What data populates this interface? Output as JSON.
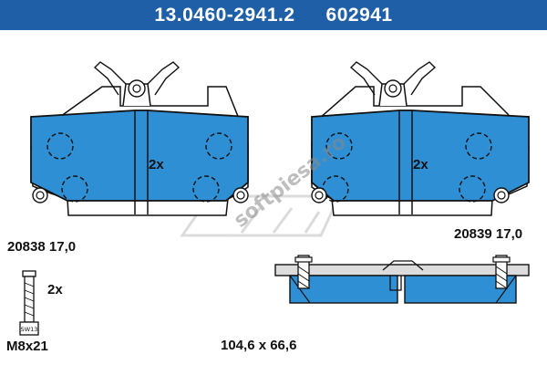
{
  "header": {
    "part_number": "13.0460-2941.2",
    "ref_number": "602941",
    "bg_color": "#1f5fa8"
  },
  "pad_color": "#2e8fd4",
  "left_pad": {
    "quantity": "2x",
    "code": "20838 17,0"
  },
  "right_pad": {
    "quantity": "2x",
    "code": "20839 17,0"
  },
  "bolt": {
    "quantity": "2x",
    "size": "M8x21",
    "head_mark": "SW13"
  },
  "dimensions": "104,6 x 66,6",
  "watermark": {
    "text": "softpiesa.ro",
    "logo": "Ate"
  }
}
